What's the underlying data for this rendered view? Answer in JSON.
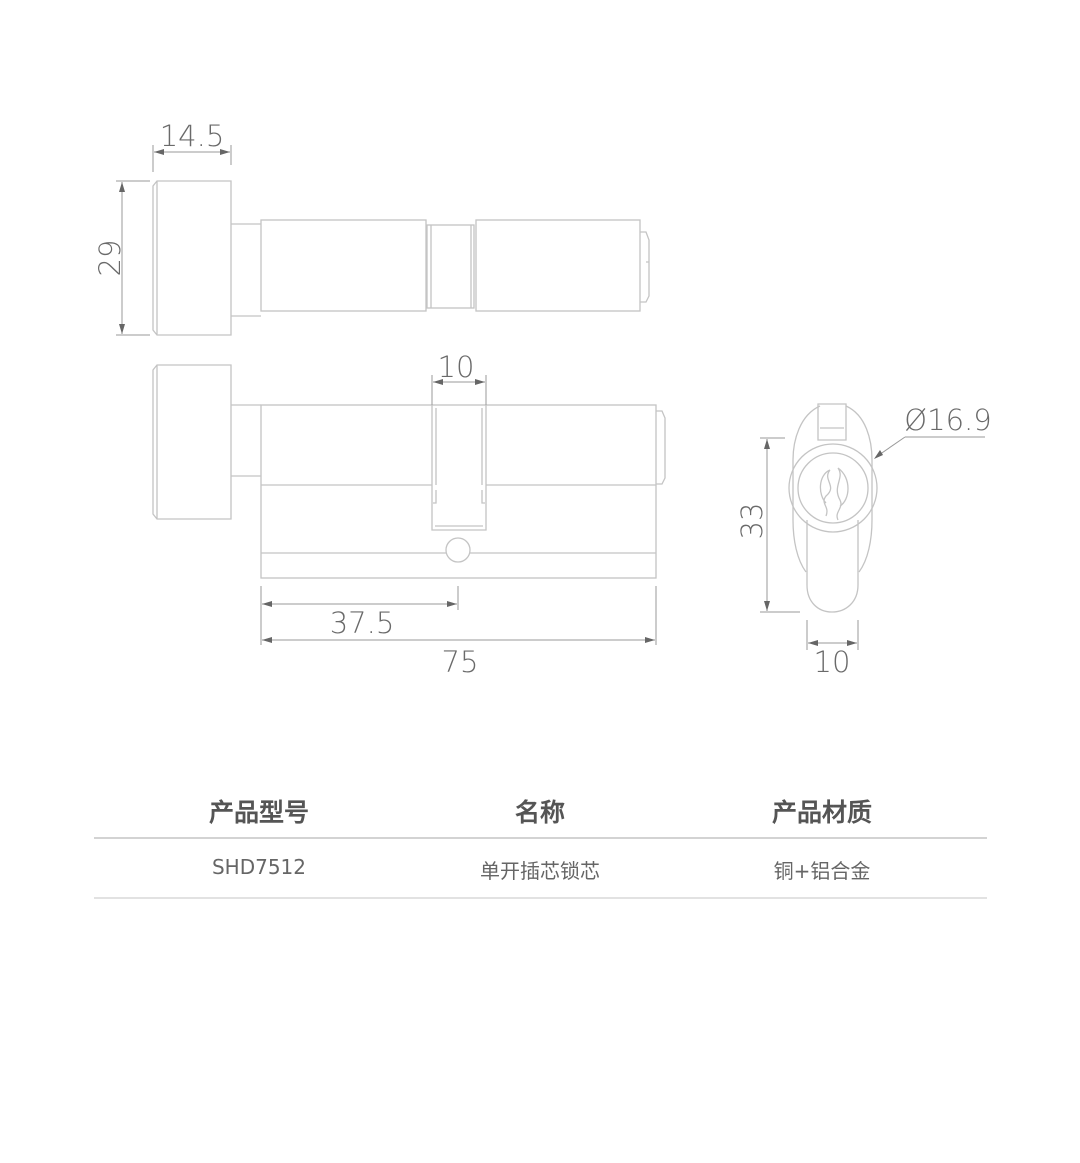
{
  "drawing": {
    "dimensions": {
      "knob_width": "14.5",
      "knob_height": "29",
      "cam_width": "10",
      "half_length": "37.5",
      "total_length": "75",
      "diameter": "Ø16.9",
      "profile_height": "33",
      "profile_width": "10"
    }
  },
  "table": {
    "headers": [
      "产品型号",
      "名称",
      "产品材质"
    ],
    "rows": [
      [
        "SHD7512",
        "单开插芯锁芯",
        "铜+铝合金"
      ]
    ]
  }
}
